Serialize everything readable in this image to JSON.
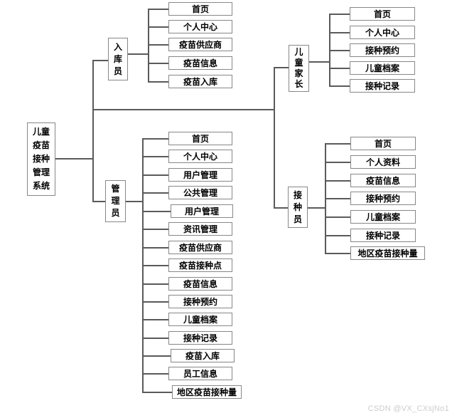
{
  "diagram": {
    "root": {
      "label": "儿童疫苗接种管理系统"
    },
    "branches": [
      {
        "role": "入库员",
        "children": [
          "首页",
          "个人中心",
          "疫苗供应商",
          "疫苗信息",
          "疫苗入库"
        ]
      },
      {
        "role": "儿童家长",
        "children": [
          "首页",
          "个人中心",
          "接种预约",
          "儿童档案",
          "接种记录"
        ]
      },
      {
        "role": "管理员",
        "children": [
          "首页",
          "个人中心",
          "用户管理",
          "公共管理",
          "用户管理",
          "资讯管理",
          "疫苗供应商",
          "疫苗接种点",
          "疫苗信息",
          "接种预约",
          "儿童档案",
          "接种记录",
          "疫苗入库",
          "员工信息",
          "地区疫苗接种量"
        ]
      },
      {
        "role": "接种员",
        "children": [
          "首页",
          "个人资料",
          "疫苗信息",
          "接种预约",
          "儿童档案",
          "接种记录",
          "地区疫苗接种量"
        ]
      }
    ]
  },
  "watermark": "CSDN @VX_CXsjNo1",
  "colors": {
    "background": "#ffffff",
    "box_border": "#878787",
    "line": "#5a5a5a",
    "text": "#000000",
    "watermark": "#cccccc"
  }
}
